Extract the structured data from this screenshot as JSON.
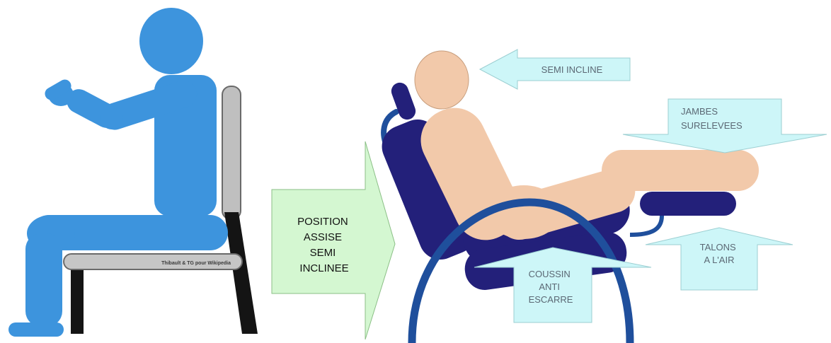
{
  "credit": "Thibault & TG pour Wikipedia",
  "center_arrow": {
    "lines": [
      "POSITION",
      "ASSISE",
      "SEMI",
      "INCLINEE"
    ]
  },
  "callouts": {
    "head": {
      "lines": [
        "SEMI INCLINE"
      ]
    },
    "legs": {
      "lines": [
        "JAMBES",
        "SURELEVEES"
      ]
    },
    "heels": {
      "lines": [
        "TALONS",
        "A L'AIR"
      ]
    },
    "cushion": {
      "lines": [
        "COUSSIN",
        "ANTI",
        "ESCARRE"
      ]
    }
  },
  "colors": {
    "person_blue": "#3d94dd",
    "chair_gray": "#bfbfbf",
    "chair_black": "#141414",
    "navy": "#23207a",
    "rocker_blue": "#1f4f9c",
    "skin": "#f2c9aa",
    "callout_fill": "#cdf6f8",
    "arrow_fill": "#d4f7d1",
    "callout_text": "#5b6874"
  }
}
